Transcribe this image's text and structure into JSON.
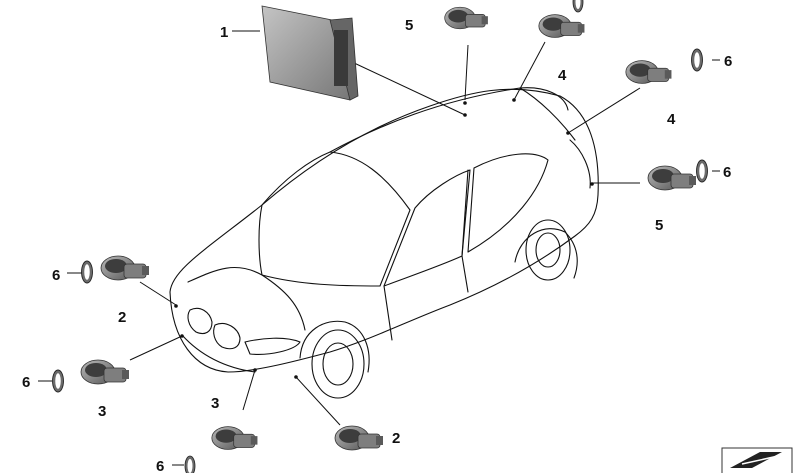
{
  "diagram": {
    "callouts": [
      {
        "id": "c1",
        "label": "1"
      },
      {
        "id": "c5a",
        "label": "5"
      },
      {
        "id": "c4a",
        "label": "4"
      },
      {
        "id": "c6a",
        "label": "6"
      },
      {
        "id": "c4b",
        "label": "4"
      },
      {
        "id": "c6b",
        "label": "6"
      },
      {
        "id": "c5b",
        "label": "5"
      },
      {
        "id": "c6c",
        "label": "6"
      },
      {
        "id": "c2a",
        "label": "2"
      },
      {
        "id": "c6d",
        "label": "6"
      },
      {
        "id": "c3a",
        "label": "3"
      },
      {
        "id": "c3b",
        "label": "3"
      },
      {
        "id": "c2b",
        "label": "2"
      },
      {
        "id": "c6e",
        "label": "6"
      }
    ]
  },
  "colors": {
    "line": "#111111",
    "sensor_body": "#8a8a8a",
    "sensor_dark": "#4a4a4a",
    "module": "#9a9a9a"
  }
}
